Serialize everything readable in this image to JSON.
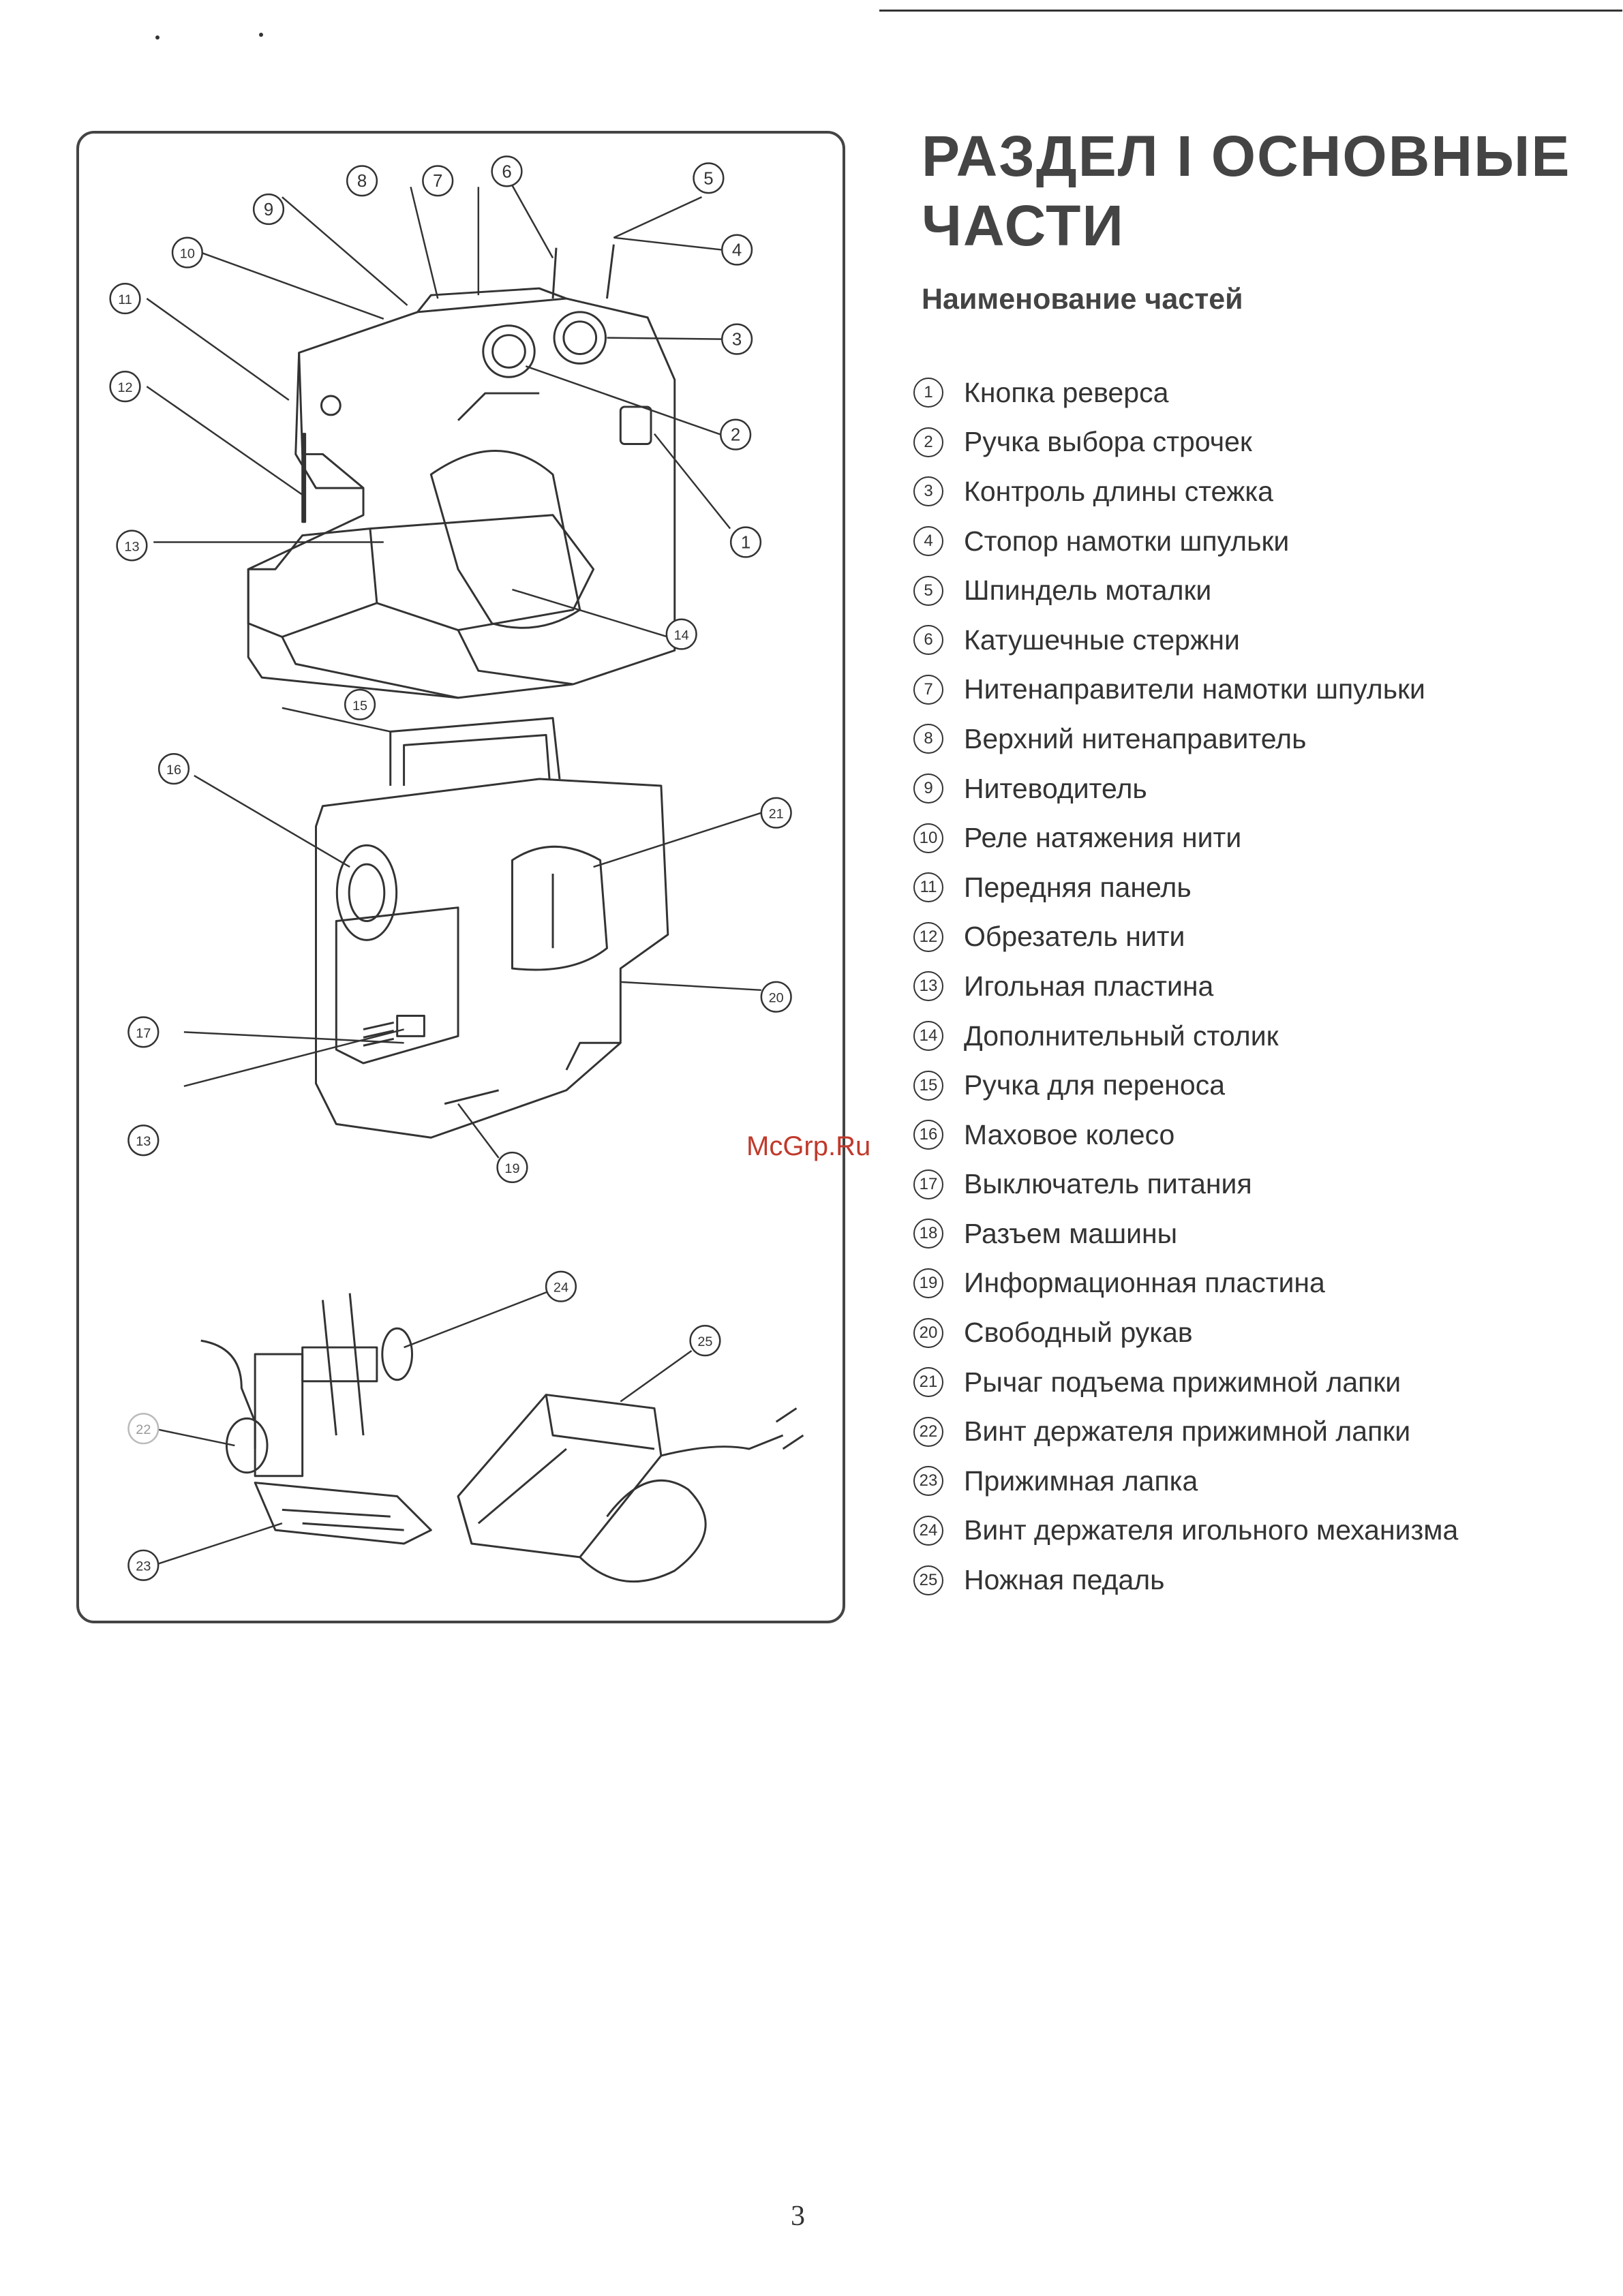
{
  "page": {
    "heading_line1": "РАЗДЕЛ I ОСНОВНЫЕ",
    "heading_line2": "ЧАСТИ",
    "subheading": "Наименование частей",
    "watermark": "McGrp.Ru",
    "page_number": "3"
  },
  "figure": {
    "callouts": [
      "1",
      "2",
      "3",
      "4",
      "5",
      "6",
      "7",
      "8",
      "9",
      "10",
      "11",
      "12",
      "13",
      "14",
      "15",
      "16",
      "17",
      "13",
      "19",
      "20",
      "21",
      "22",
      "23",
      "24",
      "25"
    ]
  },
  "parts": [
    {
      "num": "1",
      "label": "Кнопка реверса"
    },
    {
      "num": "2",
      "label": "Ручка выбора строчек"
    },
    {
      "num": "3",
      "label": "Контроль длины стежка"
    },
    {
      "num": "4",
      "label": "Стопор намотки шпульки"
    },
    {
      "num": "5",
      "label": "Шпиндель моталки"
    },
    {
      "num": "6",
      "label": "Катушечные стержни"
    },
    {
      "num": "7",
      "label": "Нитенаправители намотки шпульки"
    },
    {
      "num": "8",
      "label": "Верхний нитенаправитель"
    },
    {
      "num": "9",
      "label": "Нитеводитель"
    },
    {
      "num": "10",
      "label": "Реле натяжения нити"
    },
    {
      "num": "11",
      "label": "Передняя панель"
    },
    {
      "num": "12",
      "label": "Обрезатель нити"
    },
    {
      "num": "13",
      "label": "Игольная пластина"
    },
    {
      "num": "14",
      "label": "Дополнительный столик"
    },
    {
      "num": "15",
      "label": "Ручка для переноса"
    },
    {
      "num": "16",
      "label": "Маховое колесо"
    },
    {
      "num": "17",
      "label": "Выключатель питания"
    },
    {
      "num": "18",
      "label": "Разъем машины"
    },
    {
      "num": "19",
      "label": "Информационная пластина"
    },
    {
      "num": "20",
      "label": "Свободный рукав"
    },
    {
      "num": "21",
      "label": "Рычаг подъема прижимной лапки"
    },
    {
      "num": "22",
      "label": "Винт держателя прижимной лапки"
    },
    {
      "num": "23",
      "label": "Прижимная лапка"
    },
    {
      "num": "24",
      "label": "Винт держателя игольного механизма"
    },
    {
      "num": "25",
      "label": "Ножная педаль"
    }
  ]
}
